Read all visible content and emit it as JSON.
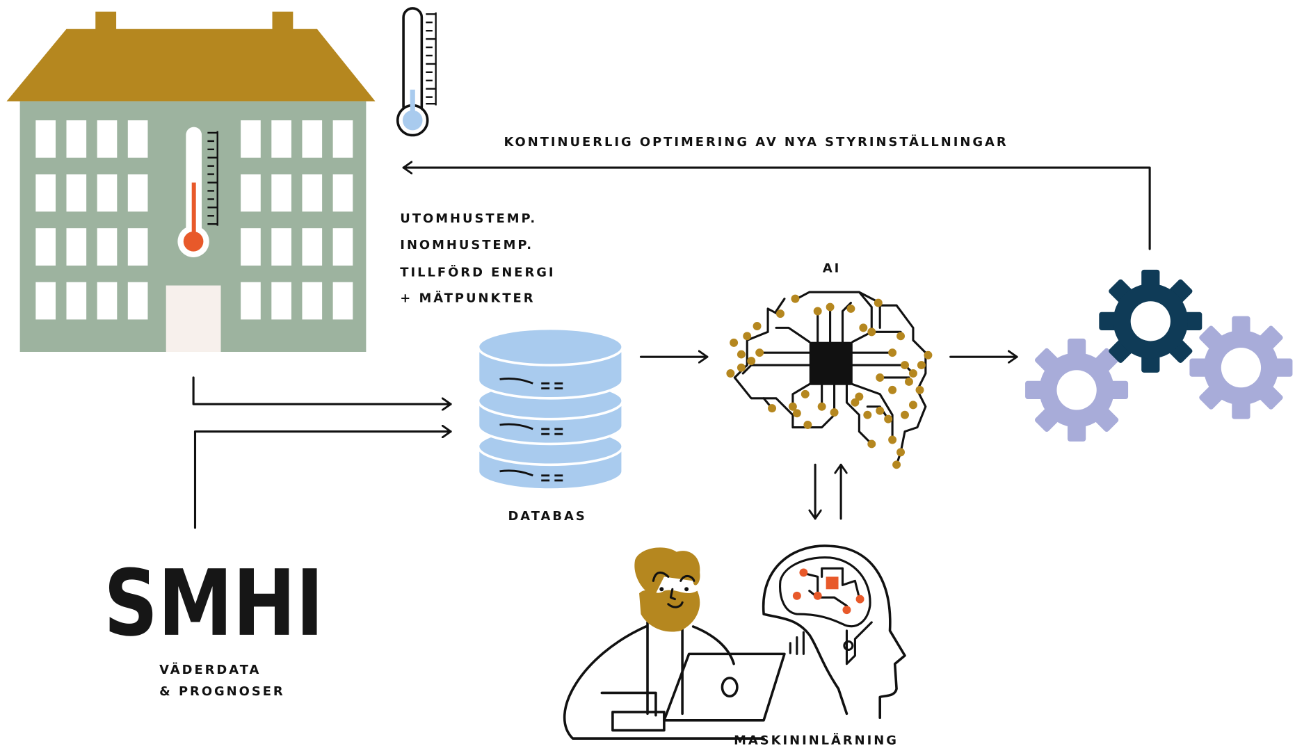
{
  "colors": {
    "roof": "#b5871f",
    "building": "#9db39f",
    "window": "#ffffff",
    "door": "#f7f0ec",
    "thermometer_hot": "#e8592a",
    "thermometer_cold": "#a9cbee",
    "database": "#a9cbee",
    "gear_dark": "#0f3b57",
    "gear_light": "#a8acd9",
    "circuit_dot": "#b5871f",
    "robot_dot": "#e8592a"
  },
  "labels": {
    "feedback": "KONTINUERLIG OPTIMERING AV NYA STYRINSTÄLLNINGAR",
    "inputs": [
      "UTOMHUSTEMP.",
      "INOMHUSTEMP.",
      "TILLFÖRD ENERGI",
      "+ MÄTPUNKTER"
    ],
    "database": "DATABAS",
    "ai": "AI",
    "smhi_logo": "SMHI",
    "smhi_caption": [
      "VÄDERDATA",
      "& PROGNOSER"
    ],
    "machine_learning": "MASKININLÄRNING"
  },
  "icons": [
    "building-icon",
    "thermometer-icon",
    "database-icon",
    "brain-circuit-icon",
    "gears-icon",
    "person-laptop-icon",
    "robot-head-icon",
    "smhi-logo"
  ]
}
